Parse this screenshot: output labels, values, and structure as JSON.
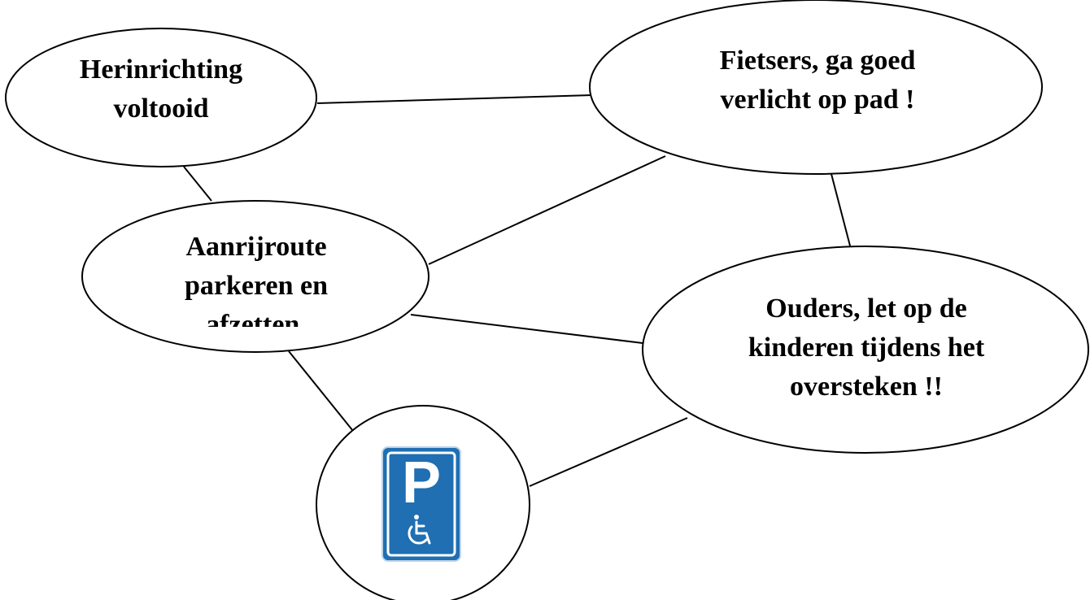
{
  "nodes": {
    "herinrichting": {
      "lines": [
        "Herinrichting",
        "voltooid"
      ]
    },
    "fietsers": {
      "lines": [
        "Fietsers, ga goed",
        "verlicht op pad !"
      ]
    },
    "aanrijroute": {
      "lines": [
        "Aanrijroute",
        "parkeren en",
        "afzetten."
      ]
    },
    "ouders": {
      "lines": [
        "Ouders, let op de",
        "kinderen tijdens het",
        "oversteken !!"
      ]
    },
    "parking": {
      "sign_letter": "P",
      "icon": "disabled-parking-sign-icon"
    }
  },
  "colors": {
    "sign_blue": "#1f6fb2",
    "sign_border": "#ffffff",
    "outline": "#000000"
  }
}
